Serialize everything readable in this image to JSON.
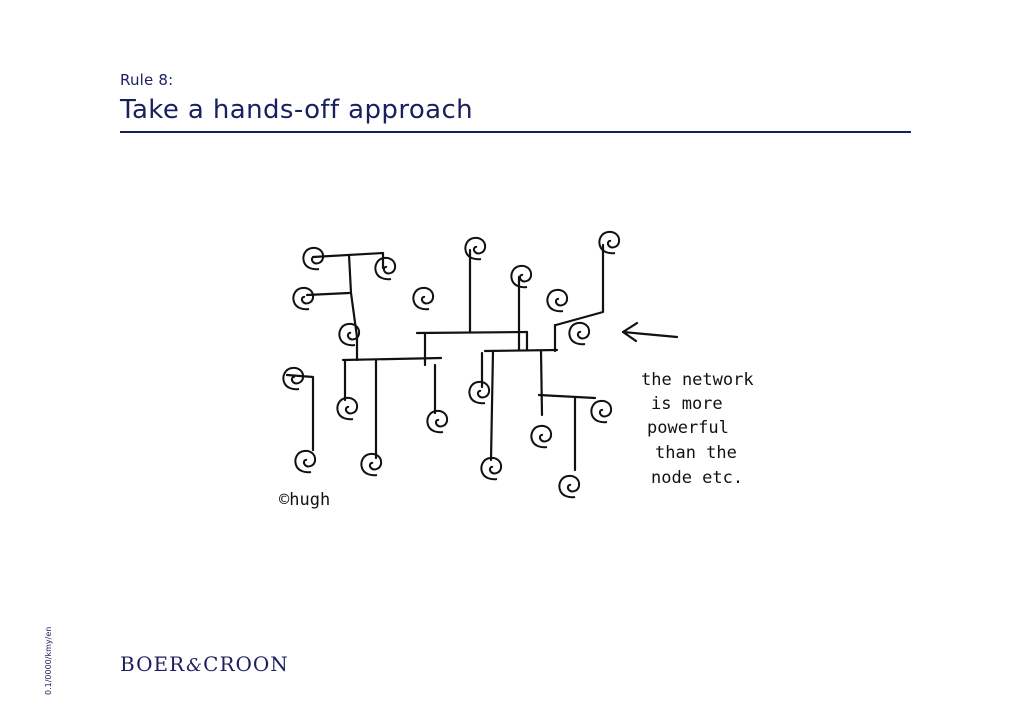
{
  "slide": {
    "subtitle": "Rule 8:",
    "title": "Take a hands-off approach"
  },
  "cartoon": {
    "note_lines": [
      "the network",
      "is more",
      "powerful",
      "than the",
      "node etc."
    ],
    "signature": "©hugh"
  },
  "footer": {
    "side_code": "0.1/0000/kmy/en",
    "logo_left": "BOER",
    "logo_amp": "&",
    "logo_right": "CROON"
  },
  "colors": {
    "brand_navy": "#1a1f5e",
    "ink": "#111111"
  }
}
